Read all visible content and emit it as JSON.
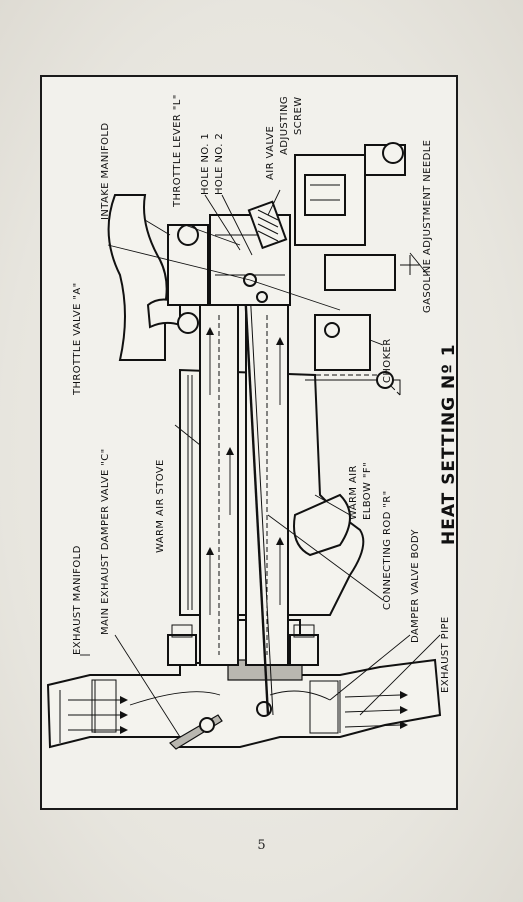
{
  "diagram": {
    "title": "HEAT SETTING Nº 1",
    "labels": {
      "exhaust_manifold": "EXHAUST MANIFOLD",
      "main_exhaust_damper_valve": "MAIN EXHAUST DAMPER VALVE \"C\"",
      "warm_air_stove": "WARM AIR STOVE",
      "throttle_valve": "THROTTLE VALVE \"A\"",
      "intake_manifold": "INTAKE MANIFOLD",
      "throttle_lever": "THROTTLE LEVER \"L\"",
      "hole_no_1": "HOLE NO. 1",
      "hole_no_2": "HOLE NO. 2",
      "air_valve_adjusting_screw_1": "AIR VALVE",
      "air_valve_adjusting_screw_2": "ADJUSTING",
      "air_valve_adjusting_screw_3": "SCREW",
      "gasoline_adjustment_needle": "GASOLINE ADJUSTMENT NEEDLE",
      "choker": "CHOKER",
      "warm_air_elbow_1": "WARM AIR",
      "warm_air_elbow_2": "ELBOW \"F\"",
      "connecting_rod": "CONNECTING ROD \"R\"",
      "damper_valve_body": "DAMPER VALVE BODY",
      "exhaust_pipe": "EXHAUST PIPE"
    }
  },
  "page_number": "5"
}
